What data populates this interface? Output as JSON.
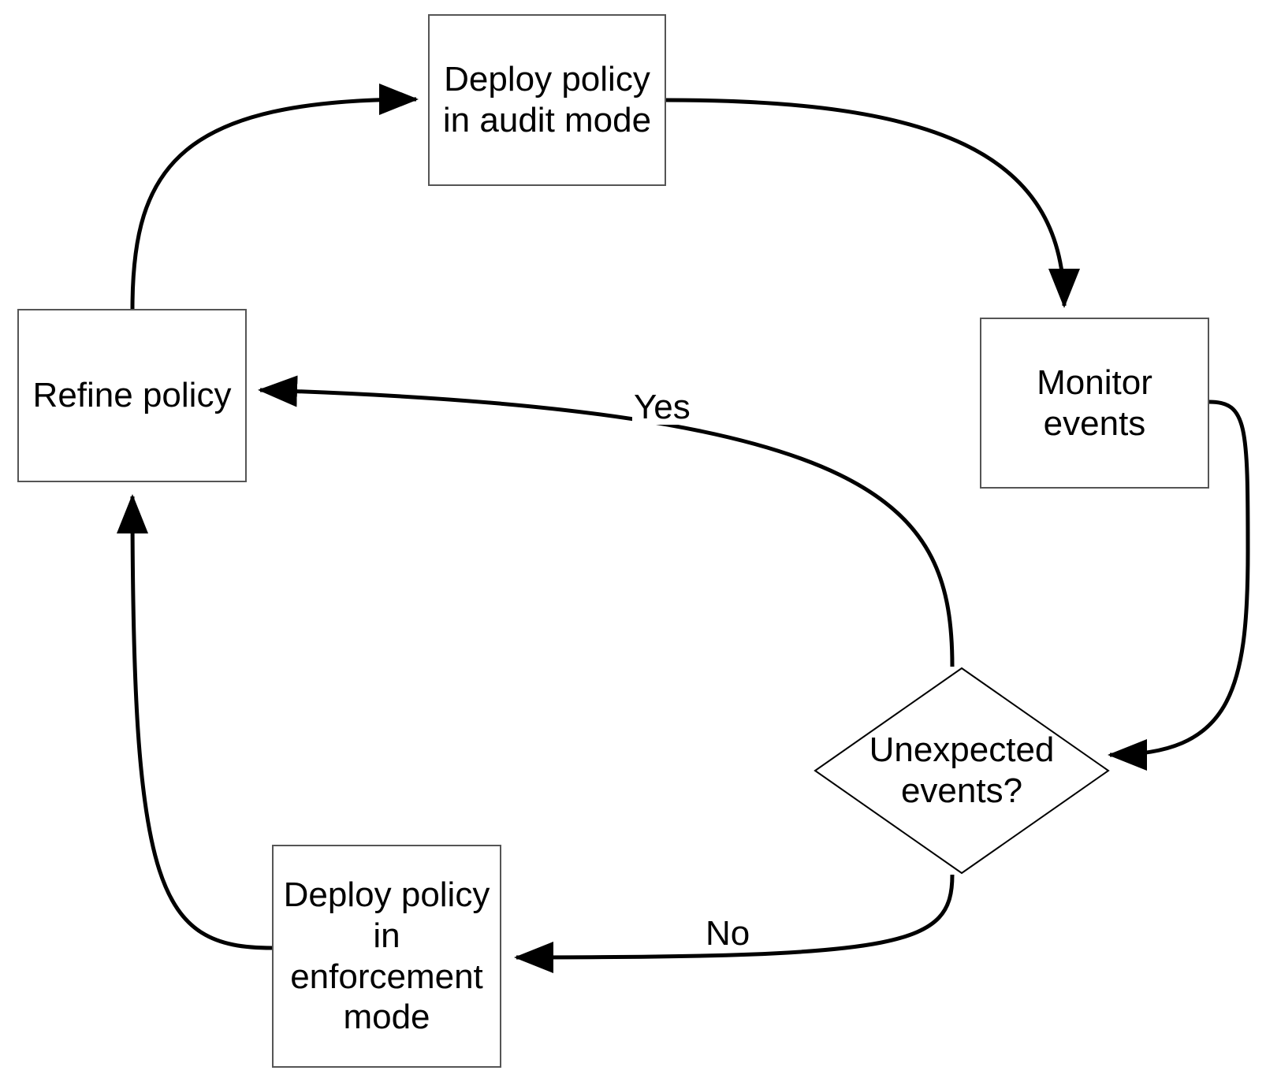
{
  "diagram": {
    "title": "Policy deployment lifecycle flowchart",
    "background_color": "#ffffff",
    "node_border_color": "#555555",
    "edge_color": "#000000",
    "text_color": "#000000",
    "nodes": [
      {
        "id": "deploy-audit",
        "shape": "rectangle",
        "label": "Deploy policy\nin audit mode"
      },
      {
        "id": "refine-policy",
        "shape": "rectangle",
        "label": "Refine policy"
      },
      {
        "id": "monitor-events",
        "shape": "rectangle",
        "label": "Monitor\nevents"
      },
      {
        "id": "unexpected-events",
        "shape": "diamond",
        "label": "Unexpected\nevents?"
      },
      {
        "id": "deploy-enforcement",
        "shape": "rectangle",
        "label": "Deploy policy\nin\nenforcement\nmode"
      }
    ],
    "edges": [
      {
        "id": "refine-to-audit",
        "from": "refine-policy",
        "to": "deploy-audit",
        "label": ""
      },
      {
        "id": "audit-to-monitor",
        "from": "deploy-audit",
        "to": "monitor-events",
        "label": ""
      },
      {
        "id": "monitor-to-decision",
        "from": "monitor-events",
        "to": "unexpected-events",
        "label": ""
      },
      {
        "id": "decision-yes-to-refine",
        "from": "unexpected-events",
        "to": "refine-policy",
        "label": "Yes"
      },
      {
        "id": "decision-no-to-enforcement",
        "from": "unexpected-events",
        "to": "deploy-enforcement",
        "label": "No"
      },
      {
        "id": "enforcement-to-refine",
        "from": "deploy-enforcement",
        "to": "refine-policy",
        "label": ""
      }
    ]
  }
}
